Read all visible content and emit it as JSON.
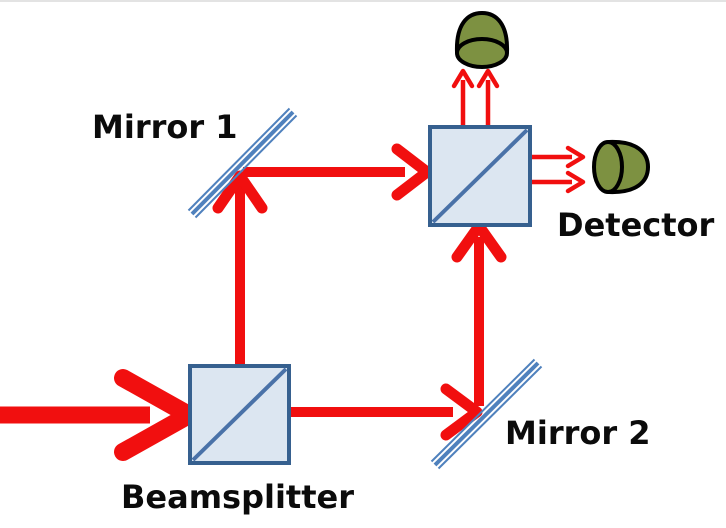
{
  "labels": {
    "mirror1": "Mirror 1",
    "mirror2": "Mirror 2",
    "beamsplitter": "Beamsplitter",
    "detector": "Detector"
  },
  "colors": {
    "background": "#ffffff",
    "beam_red": "#f10f0f",
    "beamsplitter_fill": "#dce6f1",
    "beamsplitter_border": "#36608f",
    "beamsplitter_diagonal": "#4a72a8",
    "mirror_blue": "#4f81bd",
    "detector_olive": "#7d9141",
    "detector_outline": "#000000",
    "label_text": "#0b0b0b"
  }
}
